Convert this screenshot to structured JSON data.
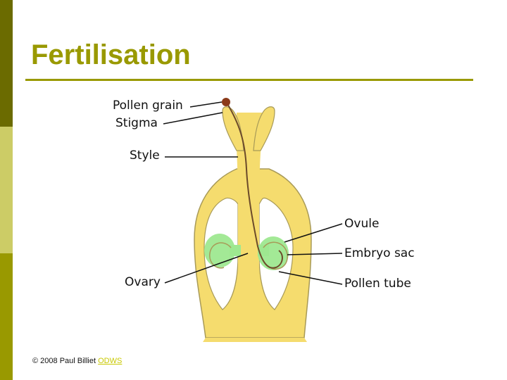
{
  "slide": {
    "title": "Fertilisation",
    "colors": {
      "accent": "#999900",
      "band_top": "#6b6b00",
      "band_middle": "#cccc66",
      "band_bottom": "#999900",
      "flower": "#f5dc6e",
      "flower_outline": "#a89a58",
      "embryo_sac": "#9ee890",
      "pollen_grain": "#8b3a1a"
    }
  },
  "diagram": {
    "labels": {
      "pollen_grain": "Pollen grain",
      "stigma": "Stigma",
      "style": "Style",
      "ovule": "Ovule",
      "embryo_sac": "Embryo sac",
      "ovary": "Ovary",
      "pollen_tube": "Pollen tube"
    }
  },
  "footer": {
    "copyright": "© 2008 Paul Billiet",
    "link": "ODWS"
  }
}
